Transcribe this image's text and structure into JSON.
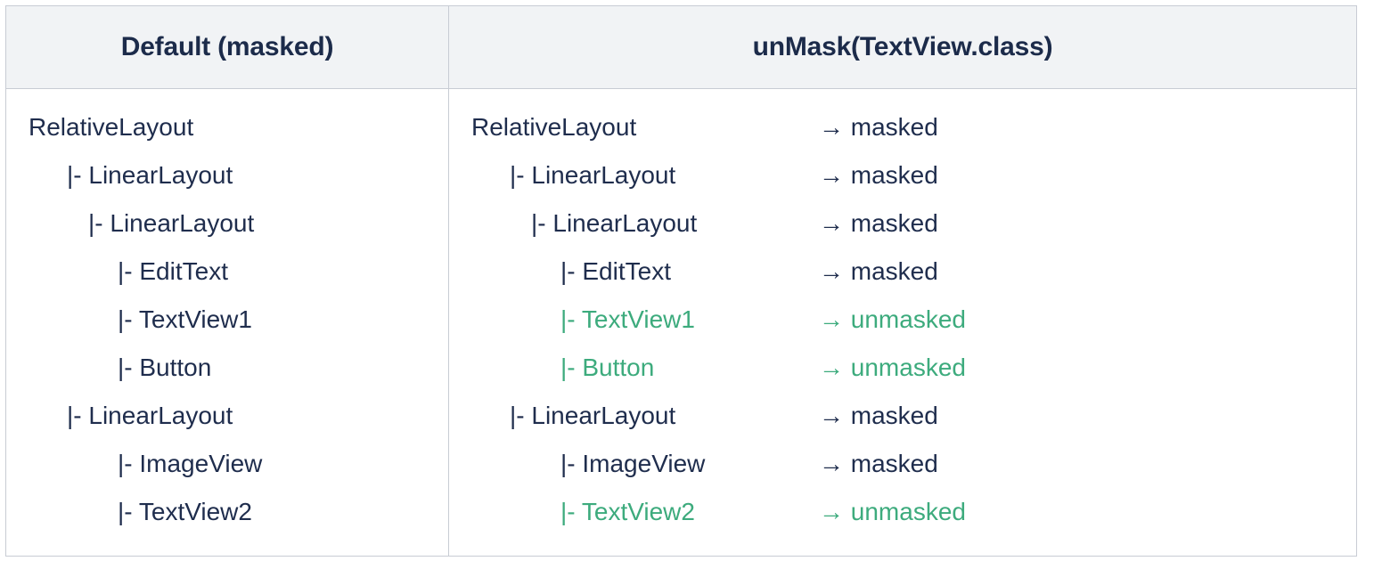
{
  "table": {
    "headers": [
      {
        "label": "Default (masked)"
      },
      {
        "label": "unMask(TextView.class)"
      }
    ],
    "arrow_glyph": "→",
    "colors": {
      "text": "#1f2d4d",
      "unmasked": "#3dab7d",
      "header_bg": "#f1f3f5",
      "border": "#c8ccd4",
      "header_text": "#1c2b4a"
    },
    "left_column": {
      "rows": [
        {
          "level": 0,
          "label": "RelativeLayout"
        },
        {
          "level": 1,
          "label": "|- LinearLayout"
        },
        {
          "level": 2,
          "label": "|- LinearLayout"
        },
        {
          "level": 3,
          "label": "|- EditText"
        },
        {
          "level": 3,
          "label": "|- TextView1"
        },
        {
          "level": 3,
          "label": "|- Button"
        },
        {
          "level": 1,
          "label": "|- LinearLayout"
        },
        {
          "level": 3,
          "label": "|- ImageView"
        },
        {
          "level": 3,
          "label": "|- TextView2"
        }
      ]
    },
    "right_column": {
      "rows": [
        {
          "level": 0,
          "label": "RelativeLayout",
          "status": "→ masked",
          "unmasked": false
        },
        {
          "level": 1,
          "label": "|- LinearLayout",
          "status": "→ masked",
          "unmasked": false
        },
        {
          "level": 2,
          "label": "|- LinearLayout",
          "status": "→ masked",
          "unmasked": false
        },
        {
          "level": 3,
          "label": "|- EditText",
          "status": "→ masked",
          "unmasked": false
        },
        {
          "level": 3,
          "label": "|- TextView1",
          "status": "→ unmasked",
          "unmasked": true
        },
        {
          "level": 3,
          "label": "|- Button",
          "status": "→ unmasked",
          "unmasked": true
        },
        {
          "level": 1,
          "label": "|- LinearLayout",
          "status": "→ masked",
          "unmasked": false
        },
        {
          "level": 3,
          "label": "|- ImageView",
          "status": "→ masked",
          "unmasked": false
        },
        {
          "level": 3,
          "label": "|- TextView2",
          "status": "→ unmasked",
          "unmasked": true
        }
      ]
    }
  }
}
